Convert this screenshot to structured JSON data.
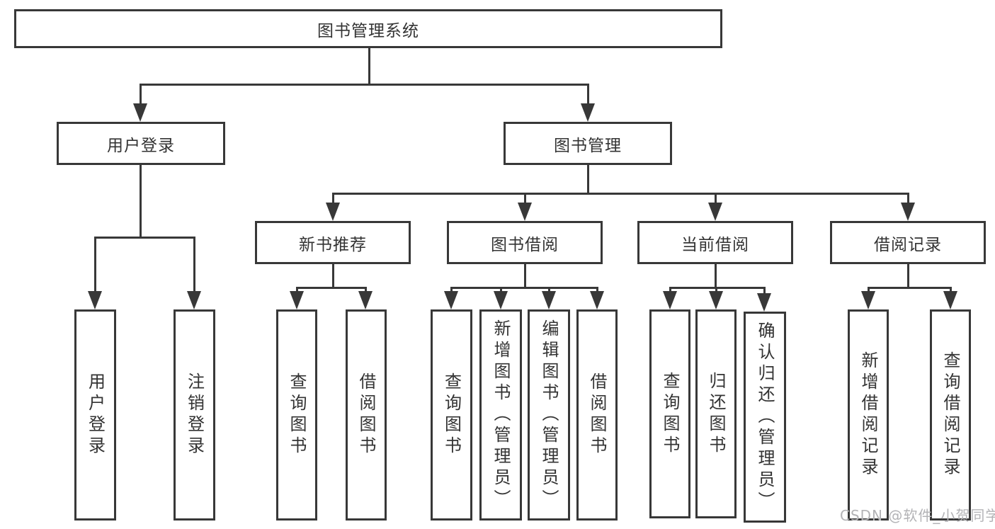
{
  "diagram": {
    "root": {
      "label": "图书管理系统"
    },
    "branches": [
      {
        "label": "用户登录",
        "children": [
          {
            "label": "用户登录"
          },
          {
            "label": "注销登录"
          }
        ]
      },
      {
        "label": "图书管理",
        "children": [
          {
            "label": "新书推荐",
            "children": [
              {
                "label": "查询图书"
              },
              {
                "label": "借阅图书"
              }
            ]
          },
          {
            "label": "图书借阅",
            "children": [
              {
                "label": "查询图书"
              },
              {
                "label": "新增图书（管理员）"
              },
              {
                "label": "编辑图书（管理员）"
              },
              {
                "label": "借阅图书"
              }
            ]
          },
          {
            "label": "当前借阅",
            "children": [
              {
                "label": "查询图书"
              },
              {
                "label": "归还图书"
              },
              {
                "label": "确认归还（管理员）"
              }
            ]
          },
          {
            "label": "借阅记录",
            "children": [
              {
                "label": "新增借阅记录"
              },
              {
                "label": "查询借阅记录"
              }
            ]
          }
        ]
      }
    ]
  },
  "watermark": {
    "text": "CSDN @软件_小贺同学"
  },
  "colors": {
    "line": "#383838",
    "text": "#333333",
    "watermark": "#b3b3b6",
    "bg": "#ffffff"
  }
}
